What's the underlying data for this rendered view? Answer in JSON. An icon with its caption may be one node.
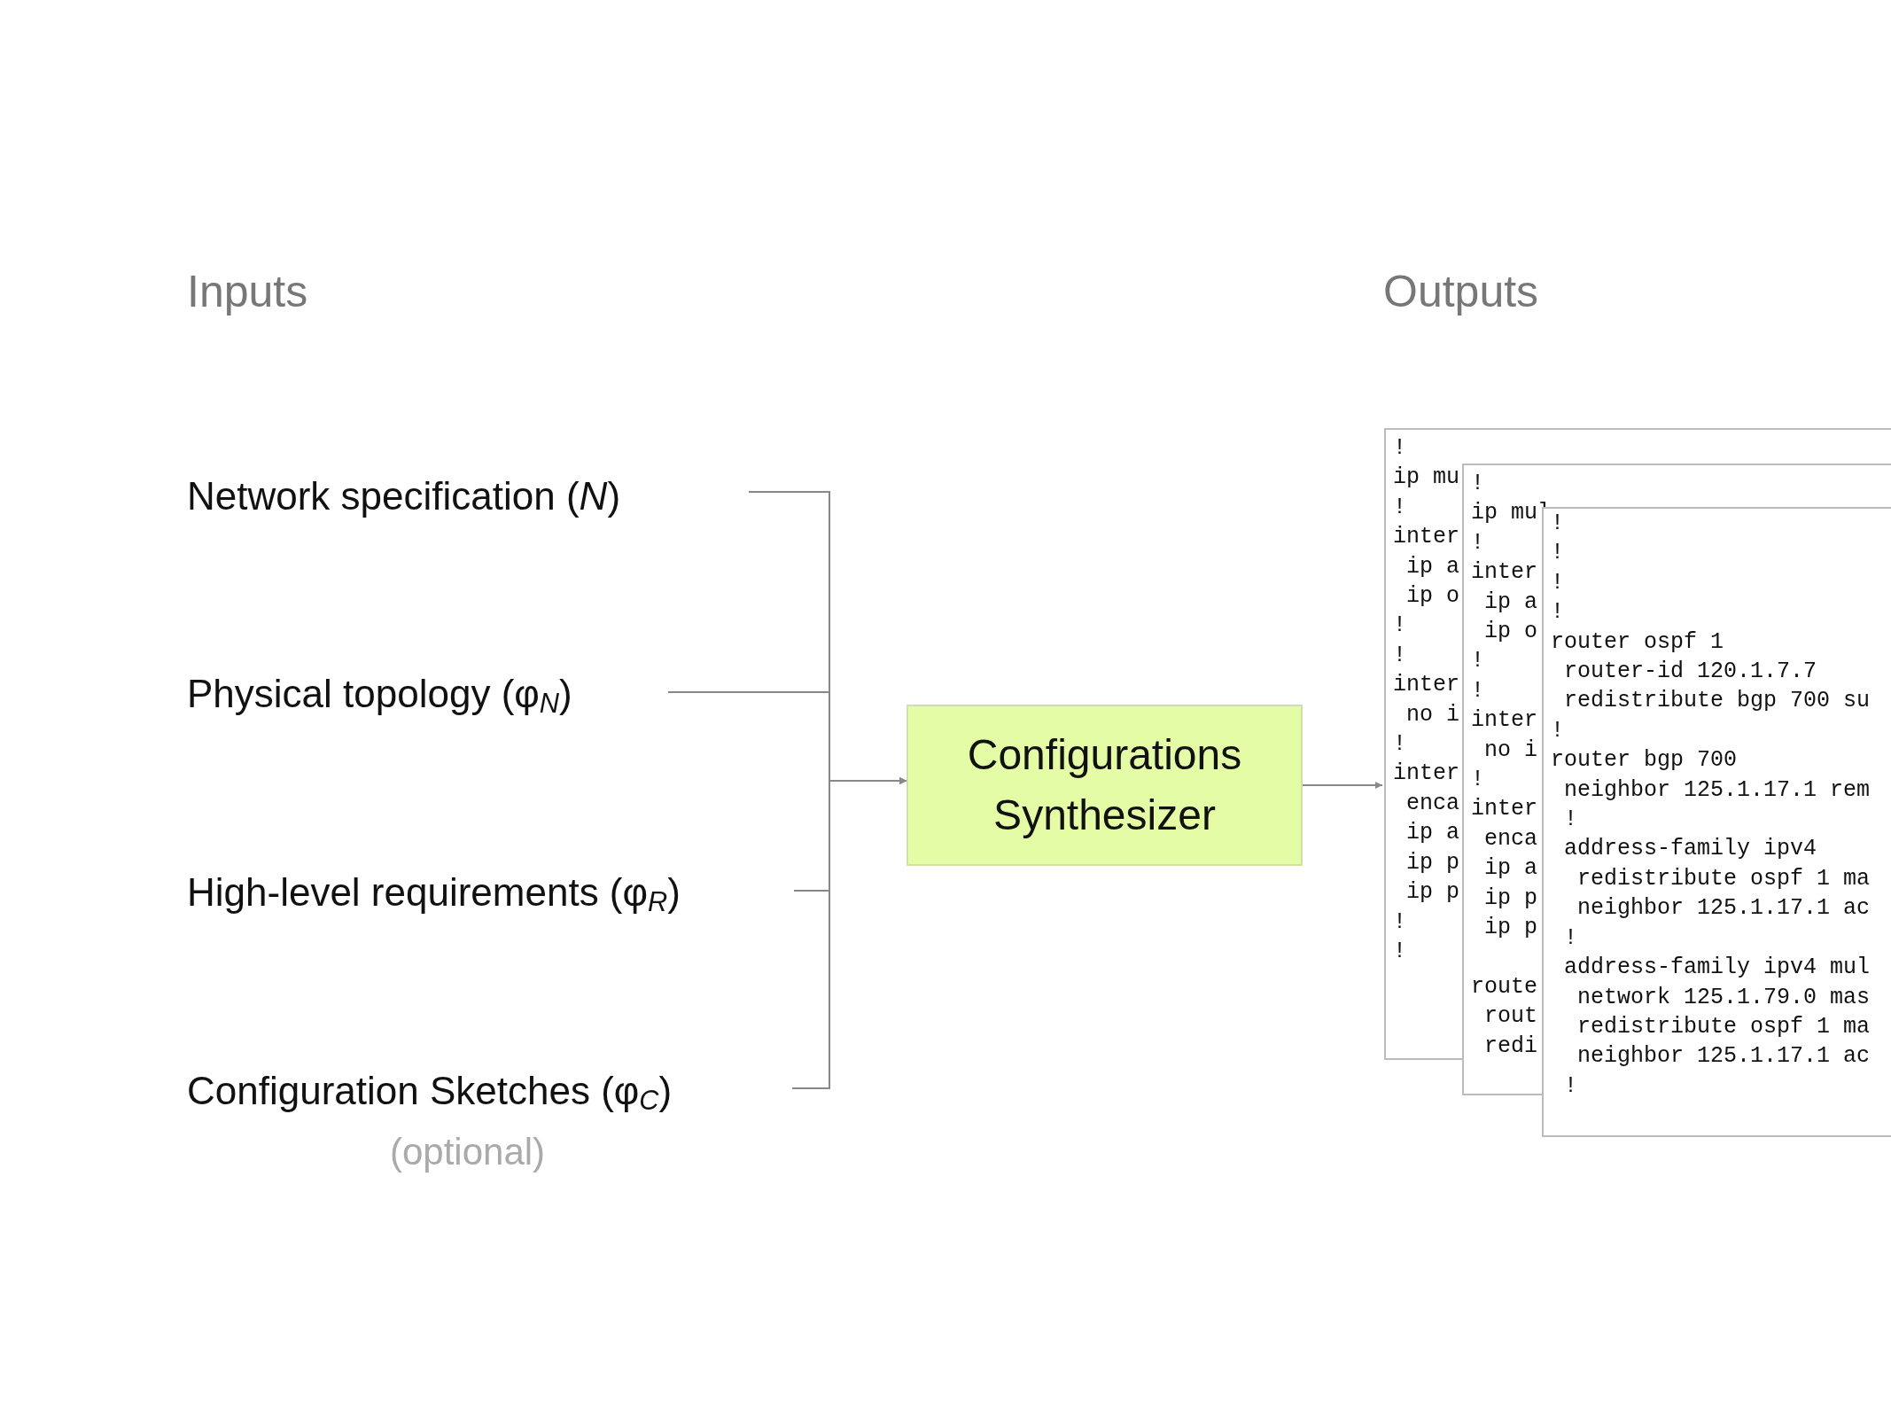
{
  "diagram": {
    "nodes": [
      {
        "text": [
          "Network specification (*N*)"
        ]
      },
      {
        "text": [
          "Physical topology (φ$_{N}$)"
        ]
      },
      {
        "text": [
          "High-level requirements (φ$_{R}$)"
        ]
      },
      {
        "text": [
          "Configuration Sketches (φ$_{C}$)"
        ],
        "beside": [
          "(optional)"
        ]
      },
      {
        "text": [
          "Configurations Synthesizer"
        ]
      },
      {
        "text": [
          "!",
          "ip mu",
          "!",
          "inter",
          " ip a",
          " ip o",
          "!",
          "!",
          "inter",
          " no i",
          "!",
          "inter",
          " enca",
          " ip a",
          " ip p",
          " ip p",
          "!",
          "!"
        ]
      },
      {
        "text": [
          "!",
          "ip mul",
          "!",
          "inter",
          " ip a",
          " ip o",
          "!",
          "!",
          "inter",
          " no i",
          "!",
          "inter",
          " enca",
          " ip a",
          " ip p",
          " ip p",
          "route",
          " rout",
          " redi"
        ]
      },
      {
        "text": [
          "!",
          "!",
          "!",
          "!",
          "router ospf 1",
          " router-id 120.1.7.7",
          " redistribute bgp 700 su",
          "!",
          "router bgp 700",
          " neighbor 125.1.17.1 rem",
          " !",
          " address-family ipv4",
          "  redistribute ospf 1 ma",
          "  neighbor 125.1.17.1 ac",
          " !",
          " address-family ipv4 mul",
          "  network 125.1.79.0 mas",
          "  redistribute ospf 1 ma",
          "  neighbor 125.1.17.1 ac",
          " !"
        ]
      }
    ],
    "edges": [
      {
        "from": 0,
        "to": 4,
        "arrow": "to"
      },
      {
        "from": 1,
        "to": 4,
        "arrow": "to"
      },
      {
        "from": 2,
        "to": 4,
        "arrow": "to"
      },
      {
        "from": 3,
        "to": 4,
        "arrow": "to"
      },
      {
        "from": 4,
        "to": 5,
        "arrow": "to"
      }
    ],
    "labels": [
      "Inputs",
      "Outputs"
    ]
  }
}
